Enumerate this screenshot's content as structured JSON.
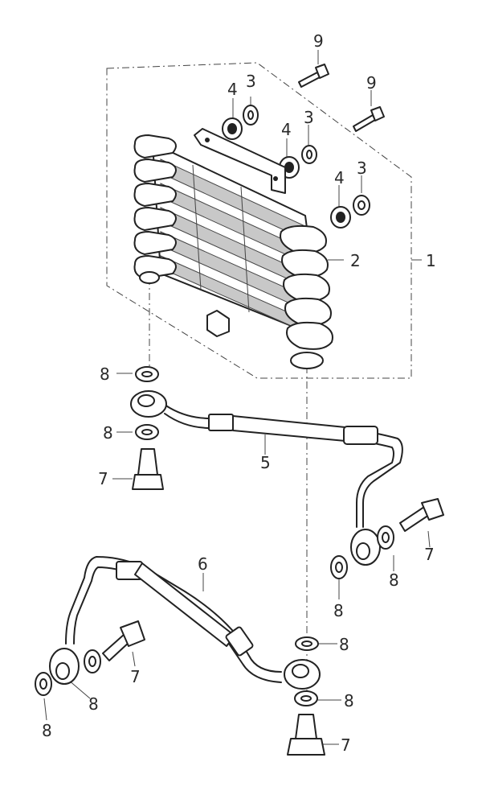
{
  "diagram": {
    "parts": {
      "oil_cooler": "1",
      "core": "2",
      "washer": "3",
      "damper": "4",
      "inlet_hose": "5",
      "outlet_hose": "6",
      "banjo_bolt": "7",
      "gasket": "8",
      "mounting_bolt": "9"
    }
  }
}
